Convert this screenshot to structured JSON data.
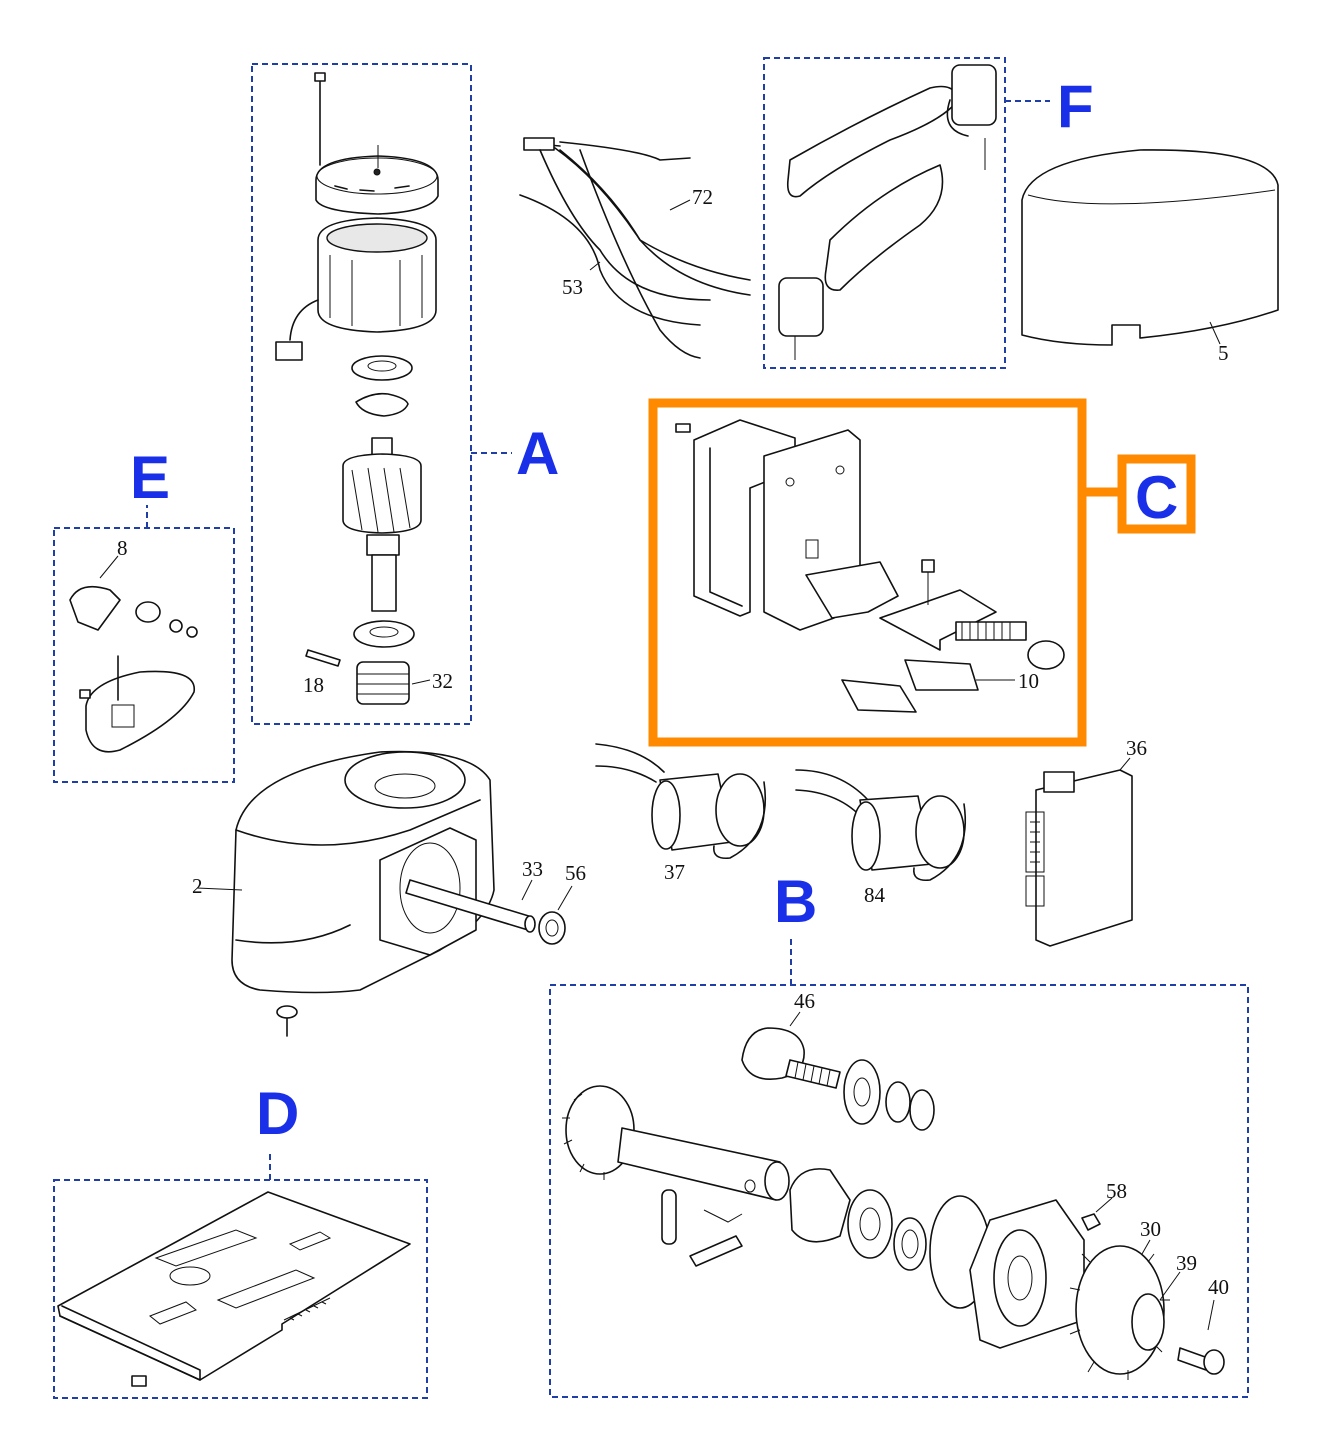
{
  "groups": {
    "A": "A",
    "B": "B",
    "C": "C",
    "D": "D",
    "E": "E",
    "F": "F"
  },
  "part_numbers": {
    "p2": "2",
    "p5": "5",
    "p8": "8",
    "p10": "10",
    "p18": "18",
    "p30": "30",
    "p32": "32",
    "p33": "33",
    "p36": "36",
    "p37": "37",
    "p39": "39",
    "p40": "40",
    "p46": "46",
    "p53": "53",
    "p56": "56",
    "p58": "58",
    "p72": "72",
    "p84": "84"
  },
  "colors": {
    "group_label": "#1a2fe8",
    "dashed_frame": "#1f3fa6",
    "highlight": "#ff8a00",
    "line_art": "#111111"
  },
  "highlighted_group": "C"
}
